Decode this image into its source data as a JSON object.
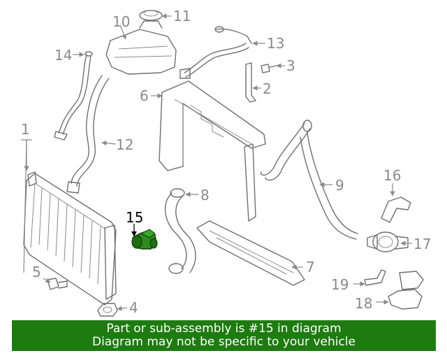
{
  "diagram": {
    "highlight_color": "#2e8b1e",
    "callouts": {
      "c1": "1",
      "c2": "2",
      "c3": "3",
      "c4": "4",
      "c5": "5",
      "c6": "6",
      "c7": "7",
      "c8": "8",
      "c9": "9",
      "c10": "10",
      "c11": "11",
      "c12": "12",
      "c13": "13",
      "c14": "14",
      "c15": "15",
      "c16": "16",
      "c17": "17",
      "c18": "18",
      "c19": "19"
    }
  },
  "banner": {
    "background": "#1e7b10",
    "line1": "Part or sub-assembly is #15 in diagram",
    "line2": "Diagram may not be specific to your vehicle"
  }
}
